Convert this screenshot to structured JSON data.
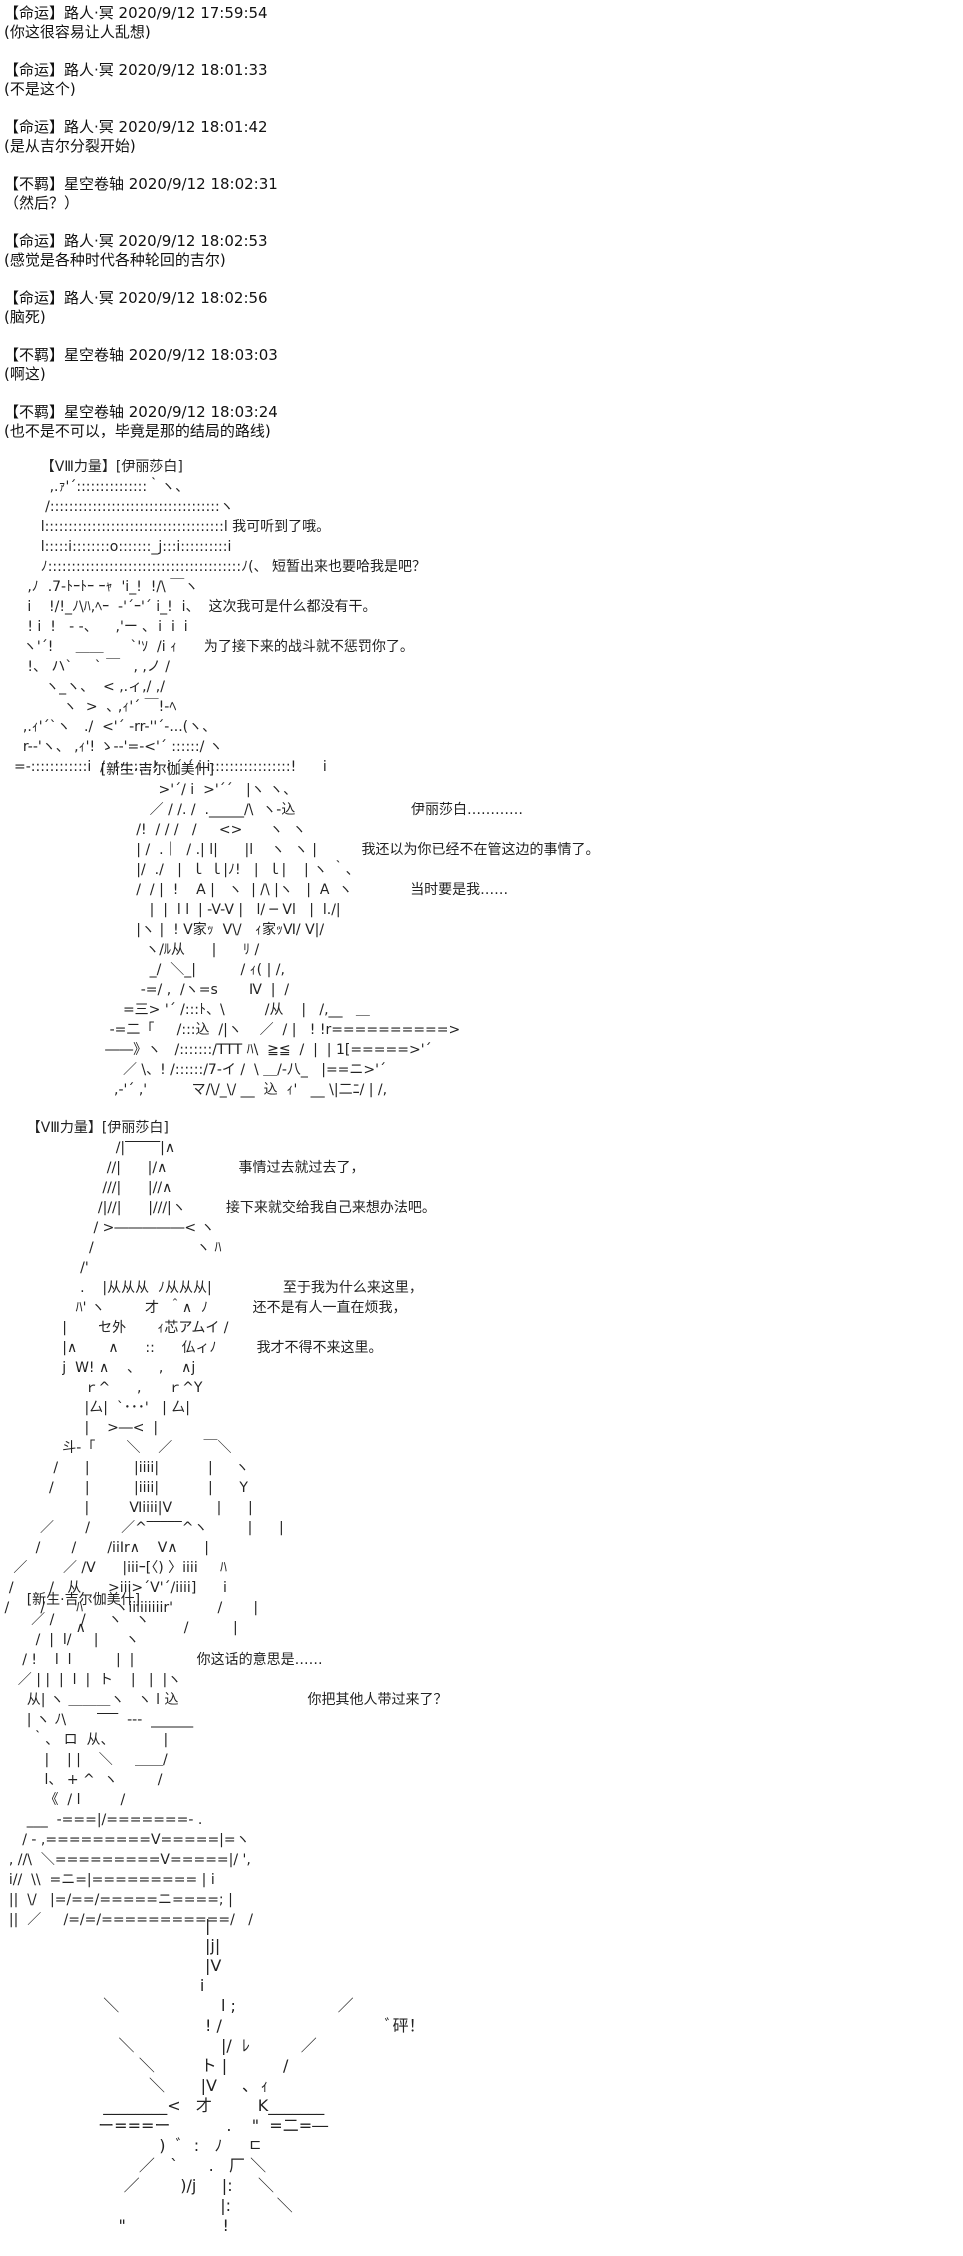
{
  "chat_log": [
    {
      "head": "【命运】路人·冥 2020/9/12 17:59:54",
      "body": "(你这很容易让人乱想)"
    },
    {
      "head": "【命运】路人·冥 2020/9/12 18:01:33",
      "body": "(不是这个)"
    },
    {
      "head": "【命运】路人·冥 2020/9/12 18:01:42",
      "body": "(是从吉尔分裂开始)"
    },
    {
      "head": "【不羁】星空卷轴 2020/9/12 18:02:31",
      "body": "（然后？）"
    },
    {
      "head": "【命运】路人·冥 2020/9/12 18:02:53",
      "body": "(感觉是各种时代各种轮回的吉尔)"
    },
    {
      "head": "【命运】路人·冥 2020/9/12 18:02:56",
      "body": "(脑死)"
    },
    {
      "head": "【不羁】星空卷轴 2020/9/12 18:03:03",
      "body": "(啊这)"
    },
    {
      "head": "【不羁】星空卷轴 2020/9/12 18:03:24",
      "body": "(也不是不可以，毕竟是那的结局的路线)"
    }
  ],
  "scenes": [
    {
      "speaker": "【ⅤⅢ力量】[伊丽莎白]",
      "art": [
        "        ,.ｧ'´:::::::::::::::｀ヽ、",
        "       /::::::::::::::::::::::::::::::::::::ヽ",
        "      l::::::::::::::::::::::::::::::::::::::l",
        "      l:::::i::::::::o:::::::_j:::i::::::::::i",
        "      ﾉ:::::::::::::::::::::::::::::::::::::::::ﾉ(、",
        "   ,ﾉ  .7-ﾄｰﾄｰ ｰｬ  'i_!  !/\\ ￣ヽ",
        "   i    !/!_ﾉ\\ﾊ,ﾍｰ  -'´ｰ'´ i_!  i、",
        "   ! i  !   ‐ ‐、    ,'ー ､  i  i  i",
        "  ヽ'´!     ＿＿      `'ｿ  /i ｨ",
        "   !、 ハ`     ` ￣   , ,ノ /",
        "       ヽ_ヽ、  < ,.ィ,/ ,/",
        "           ヽ  >  ､ ,ｨ'´ ￣!-ﾍ",
        "  ,.ｨ'´`ヽ   ./  <'´ ‐rr-''´-...(ヽ、",
        "  r--'ヽ、 ,ｨ'! ゝ--'=‐<'´ ::::::/ ヽ",
        "=-::::::::::::i  /  !:::::::!  i ´ ´ i i:::::::::::::::::!      i"
      ],
      "lines": [
        "我可听到了哦。",
        "短暂出来也要哈我是吧？",
        "这次我可是什么都没有干。",
        "为了接下来的战斗就不惩罚你了。"
      ]
    },
    {
      "speaker": "[新生·吉尔伽美什]",
      "art": [
        "                   >'´/ i  >'´´   |ヽ ヽ、",
        "                 ／ / /. /  ._____/\\  ヽ-込",
        "              /!  / / /   /     <>      ヽ  ヽ",
        "              | /  .｜  / .| l|      |l    ヽ  ヽ |",
        "              |/  ./   |  ｌ ｌ|ﾉ!   |  ｌ|    | ヽ ｀、",
        "              /  / |  !    A |   ヽ  | /\\ |ヽ   |  A  ヽ",
        "                 |  |  l l  | -V-V |   l/ ─ Vl   |  l./|",
        "              |ヽ |  ! Ⅴ家ｯ  V\\/   ｨ家ｯⅥ/ V|/",
        "                ヽ/ﾙ从      |      ﾘ /",
        "                 _/  ＼_|          / ｨ( | /,",
        "               -=/ ,  /ヽ=s       Ⅳ  |  /",
        "           =三> '´ /:::ﾄ、\\         /从    |   /,__   ＿",
        "        -=二「     /:::込  /|ヽ    ／  / |   ! !r==========>",
        "       ――》ヽ   /:::::::/TTT ﾊ\\  ≧≦  /  |  | 1[=====>'´",
        "           ／ \\、! /::::::/7-イ /  \\ ＿/‐八_   |==ニ>'´",
        "         ,-'´ ,'          マ/\\/_\\/ __  込  ｨ'   __ \\|二ﾆ/ | /,"
      ],
      "lines": [
        "伊丽莎白…………",
        "我还以为你已经不在管这边的事情了。",
        "当时要是我……"
      ]
    },
    {
      "speaker": "【ⅤⅢ力量】[伊丽莎白]",
      "art": [
        "                          /|‾‾‾‾‾|∧",
        "                        //|      |/∧",
        "                       ///|      |//∧",
        "                      /|//|      |///|ヽ",
        "                     / >―――――< ヽ",
        "                    /                       ヽ ﾊ",
        "                  /'",
        "                  .    |从从从  ﾉ从从从|",
        "                 ﾊ' ヽ         才  ＾∧  ﾉ",
        "              |       セ外       ｨ芯アムイ /",
        "              |∧       ∧      ::      仏ィﾉ",
        "              j  W! ∧    、    ,    ∧j",
        "                   ｒ^      ,      ｒ^Y",
        "                   |厶|  `･･･'   | 厶|",
        "                   |    >―<  |",
        "              斗‐「       ＼    ／       ￣＼",
        "            /      |          |iiii|           |     ヽ",
        "           /       |          |iiii|           |      Y",
        "                   |         Ⅵiiii|Ⅴ          |      |",
        "         ／       /       ／^‾‾‾‾‾^ヽ         |      |",
        "        /       /       /iiⅠr∧    Ⅴ∧      |",
        "   ／        ／ /V      |iiiｰ[〈) 〉iiii     ﾊ",
        "  /        /   从      >iii>´Ⅴ'´/iiii]      i",
        " /       /       ﾊ       ヽiiiiiiiiir'          /       |",
        "                 ∧                      /          |"
      ],
      "lines": [
        "事情过去就过去了，",
        "接下来就交给我自己来想办法吧。",
        "至于我为什么来这里，",
        "还不是有人一直在烦我，",
        "我才不得不来这里。"
      ]
    },
    {
      "speaker": "[新生·吉尔伽美什]",
      "art": [
        "       ／ /      /     ヽ   ヽ",
        "        /  |  l/     |      ヽ",
        "     / !    l  l          |  |",
        "    ／ | |  |  l  |  ト    |   |  |ヽ",
        "      从| ヽ ＿＿＿ヽ   ヽ l 込",
        "      | ヽ ﾉ\\       ‾‾‾  ---  ______",
        "       ｀、 ロ  从、           |",
        "          |    | |    ＼     ＿＿/",
        "          l、 + ^  ヽ         /",
        "          《  / l         /",
        "      ___  -===|/=======- .",
        "     / ‐ ,=========V=====|=ヽ",
        "  , //\\  ＼=========V=====|/ ',",
        "  i//  \\\\  =ニ=|========= | i",
        "  ||  \\/   |=/==/=====ニ====; |",
        "  ||  ／     /=/=/===========/   /"
      ],
      "lines": [
        "你这话的意思是……",
        "你把其他人带过来了？"
      ]
    },
    {
      "speaker": "",
      "art": [
        "                       |",
        "                       |j|",
        "                       |V",
        "                      i",
        "   ＼                    l ;                    ／",
        "                       ! /",
        "      ＼                 |/  ﾚ          ／",
        "          ＼         ト |           /",
        "            ＼       |V     ､  ｨ",
        "   ________<   才         K_______",
        "  ー===ー           .    \"  =二=―",
        "              )  ﾞ  :   ﾉ     ㄷ",
        "          ／   `      .   厂 ＼",
        "       ／        )/j     |:     ＼",
        "                          |:         ＼",
        "      \"                   !"
      ],
      "lines": [
        "ﾞ砰！"
      ]
    }
  ]
}
